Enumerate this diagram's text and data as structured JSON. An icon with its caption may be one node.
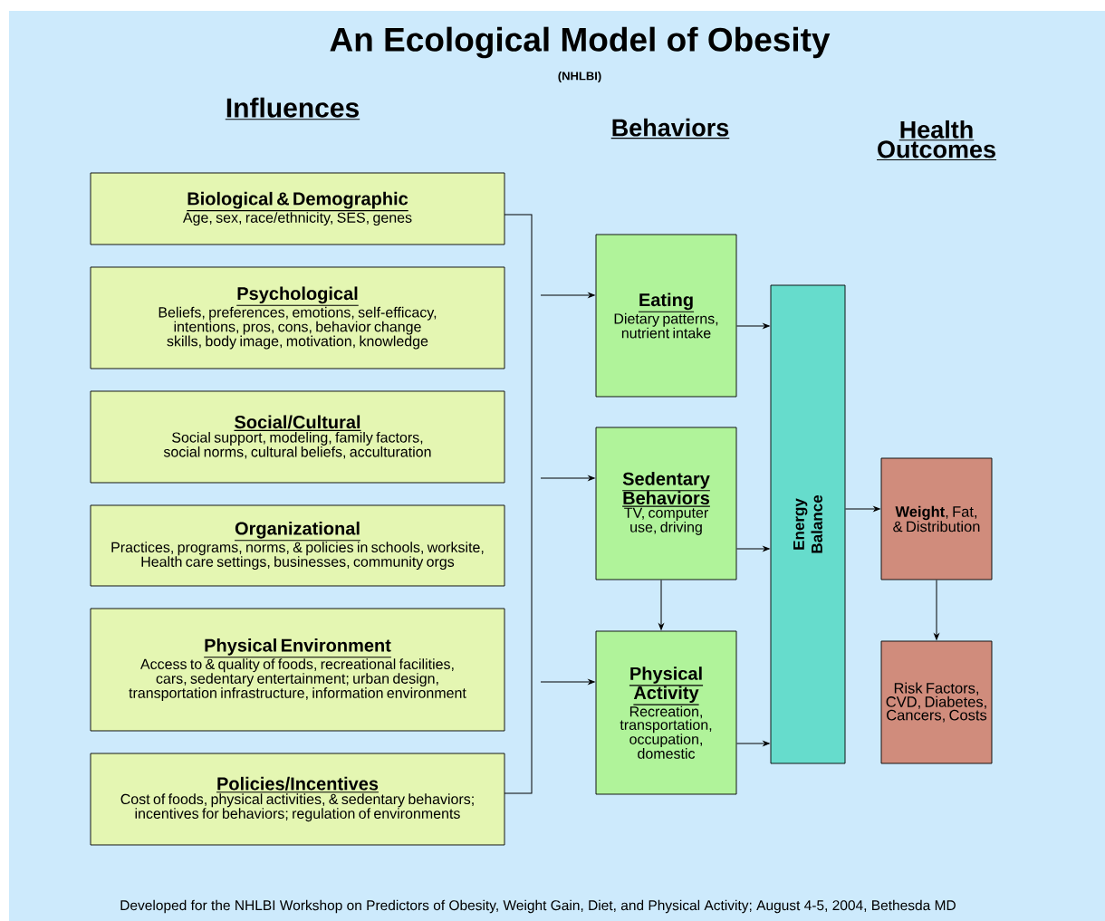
{
  "diagram": {
    "title": "An Ecological Model of Obesity",
    "caption": "Developed for the NHLBI Workshop on Predictors of Obesity, Weight Gain, Diet, and Physical Activity; August 4-5, 2004, Bethesda MD",
    "nodes": [
      {
        "text": [
          "Biological & Demographic",
          "Age, sex, race/ethnicity, SES, genes"
        ]
      },
      {
        "text": [
          "Psychological",
          "Beliefs, preferences, emotions, self-efficacy, intentions, pros, cons, behavior change skills, body image, motivation, knowledge"
        ]
      },
      {
        "text": [
          "Social/Cultural",
          "Social support, modeling, family factors, social norms, cultural beliefs, acculturation"
        ]
      },
      {
        "text": [
          "Organizational",
          "Practices, programs, norms, & policies in schools, worksite, Health care settings, businesses, community orgs"
        ]
      },
      {
        "text": [
          "Physical Environment",
          "Access to & quality of foods, recreational facilities, cars, sedentary entertainment; urban design, transportation infrastructure, information environment"
        ]
      },
      {
        "text": [
          "Policies/Incentives",
          "Cost of foods, physical activities, & sedentary behaviors; incentives for behaviors; regulation of environments"
        ]
      },
      {
        "text": [
          "Eating",
          "Dietary patterns, nutrient intake"
        ]
      },
      {
        "text": [
          "Sedentary Behaviors",
          "TV, computer use, driving"
        ]
      },
      {
        "text": [
          "Physical Activity",
          "Recreation, transportation, occupation, domestic"
        ]
      },
      {
        "text": [
          "Energy Balance"
        ]
      },
      {
        "text": [
          "**Weight**, Fat, & Distribution"
        ]
      },
      {
        "text": [
          "Risk Factors, CVD, Diabetes, Cancers, Costs"
        ]
      }
    ],
    "edges": [
      {
        "from": null,
        "to": 6,
        "arrow": "to"
      },
      {
        "from": null,
        "to": 7,
        "arrow": "to"
      },
      {
        "from": null,
        "to": 8,
        "arrow": "to"
      },
      {
        "from": 6,
        "to": 9,
        "arrow": "to"
      },
      {
        "from": 7,
        "to": 9,
        "arrow": "to"
      },
      {
        "from": 8,
        "to": 9,
        "arrow": "to"
      },
      {
        "from": 7,
        "to": 8,
        "arrow": "to"
      },
      {
        "from": 9,
        "to": 10,
        "arrow": "to"
      },
      {
        "from": 10,
        "to": 11,
        "arrow": "to"
      }
    ],
    "labels": [
      "(NHLBI)",
      "Influences",
      "Behaviors",
      "Health Outcomes"
    ]
  }
}
